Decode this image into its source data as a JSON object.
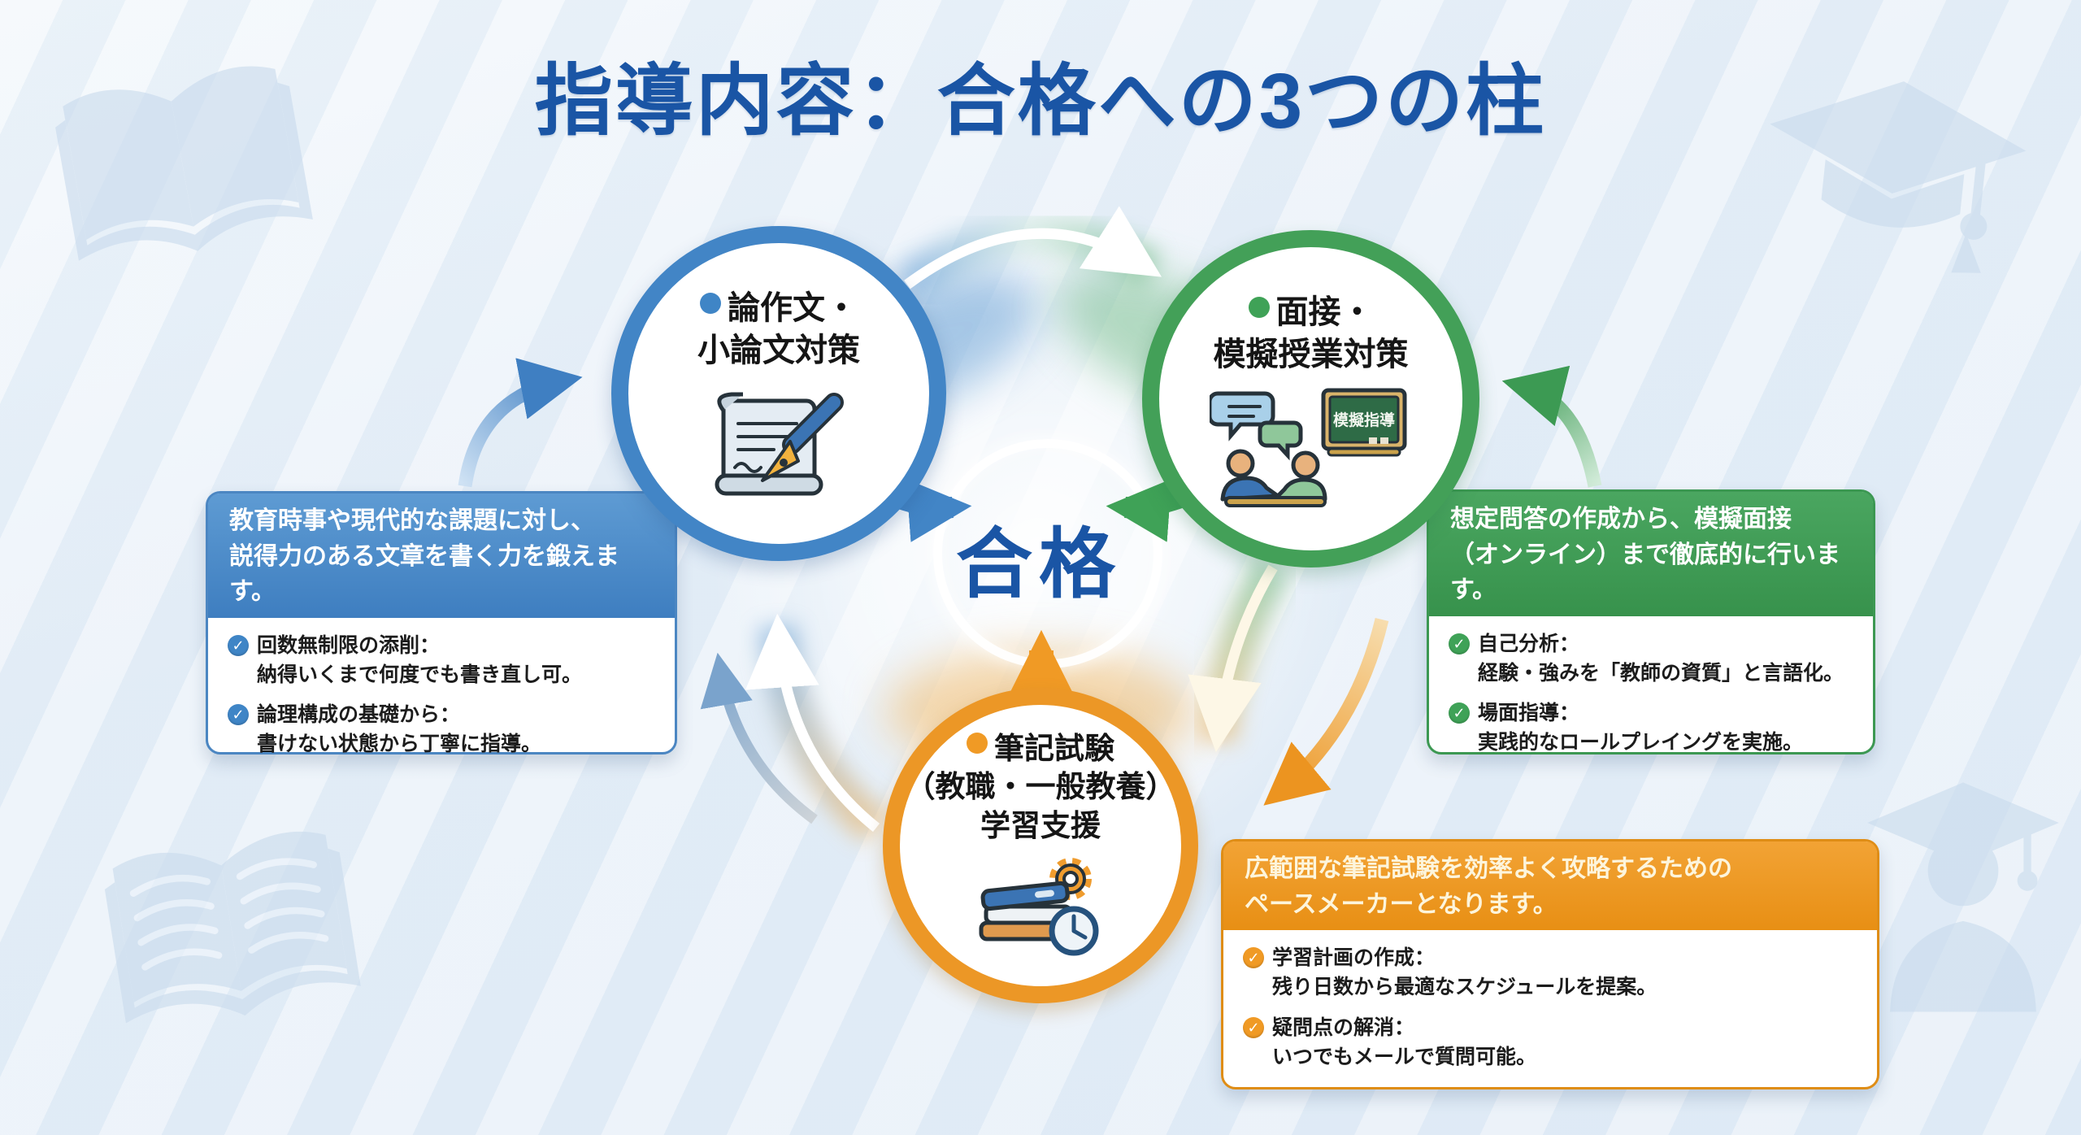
{
  "title": "指導内容：合格への3つの柱",
  "center": {
    "label": "合格"
  },
  "ui": {
    "check_glyph": "✓"
  },
  "colors": {
    "title_blue": "#1a55a5",
    "pillar_blue": "#4285c6",
    "pillar_green": "#43a058",
    "pillar_orange": "#ec9726",
    "header_blue": "#3e7ec0",
    "header_green": "#37924c",
    "header_orange": "#e88f14",
    "background": "#e7eff8",
    "watermark": "#c9dbed"
  },
  "pillars": {
    "essay": {
      "line1": "論作文・",
      "line2": "小論文対策",
      "icon": "scroll-pen-icon"
    },
    "interview": {
      "line1": "面接・",
      "line2": "模擬授業対策",
      "icon": "discussion-blackboard-icon",
      "blackboard_text": "模擬指導"
    },
    "written": {
      "line1": "筆記試験",
      "line2": "（教職・一般教養）",
      "line3": "学習支援",
      "icon": "books-gear-clock-icon"
    }
  },
  "boxes": {
    "essay": {
      "header_line1": "教育時事や現代的な課題に対し、",
      "header_line2": "説得力のある文章を書く力を鍛えます。",
      "items": [
        {
          "label": "回数無制限の添削：",
          "desc": "納得いくまで何度でも書き直し可。"
        },
        {
          "label": "論理構成の基礎から：",
          "desc": "書けない状態から丁寧に指導。"
        }
      ]
    },
    "interview": {
      "header_line1": "想定問答の作成から、模擬面接",
      "header_line2": "（オンライン）まで徹底的に行います。",
      "items": [
        {
          "label": "自己分析：",
          "desc": "経験・強みを「教師の資質」と言語化。"
        },
        {
          "label": "場面指導：",
          "desc": "実践的なロールプレイングを実施。"
        }
      ]
    },
    "written": {
      "header_line1": "広範囲な筆記試験を効率よく攻略するための",
      "header_line2": "ペースメーカーとなります。",
      "items": [
        {
          "label": "学習計画の作成：",
          "desc": "残り日数から最適なスケジュールを提案。"
        },
        {
          "label": "疑問点の解消：",
          "desc": "いつでもメールで質問可能。"
        }
      ]
    }
  },
  "decorations": [
    "open-book-watermark-icon",
    "graduation-cap-watermark-icon",
    "open-book-lines-watermark-icon",
    "graduate-person-watermark-icon"
  ]
}
